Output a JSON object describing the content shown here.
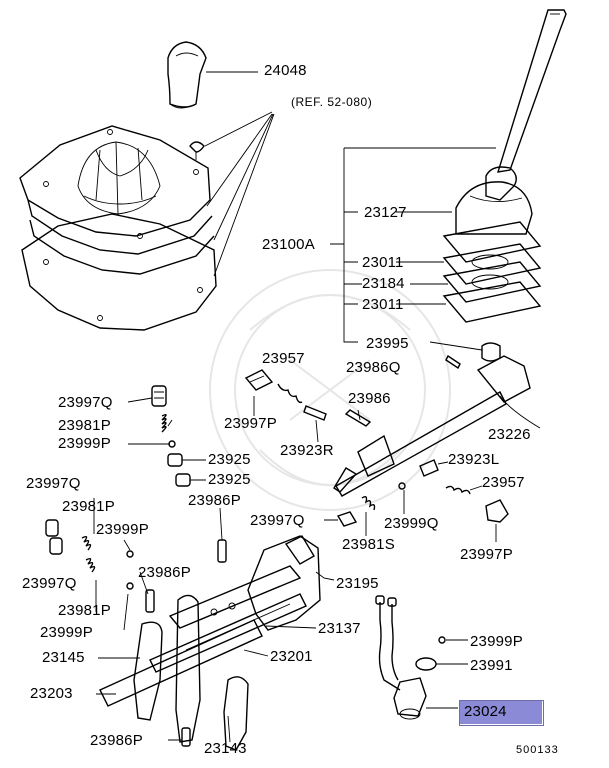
{
  "diagram": {
    "reference": "(REF. 52-080)",
    "diagram_id": "500133",
    "highlight_color": "#8a8ad6",
    "parts": {
      "p24048": "24048",
      "p23127": "23127",
      "p23100A": "23100A",
      "p23011a": "23011",
      "p23184": "23184",
      "p23011b": "23011",
      "p23995": "23995",
      "p23986Q": "23986Q",
      "p23957a": "23957",
      "p23997Qa": "23997Q",
      "p23981Pa": "23981P",
      "p23999Pa": "23999P",
      "p23997Pa": "23997P",
      "p23986": "23986",
      "p23923R": "23923R",
      "p23226": "23226",
      "p23925a": "23925",
      "p23925b": "23925",
      "p23923L": "23923L",
      "p23957b": "23957",
      "p23997Qb": "23997Q",
      "p23981Pb": "23981P",
      "p23986Pa": "23986P",
      "p23999Pb": "23999P",
      "p23997Qc": "23997Q",
      "p23981S": "23981S",
      "p23999Q": "23999Q",
      "p23997Pb": "23997P",
      "p23997Qd": "23997Q",
      "p23986Pb": "23986P",
      "p23981Pc": "23981P",
      "p23195": "23195",
      "p23999Pc": "23999P",
      "p23137": "23137",
      "p23145": "23145",
      "p23201": "23201",
      "p23999Pd": "23999P",
      "p23991": "23991",
      "p23203": "23203",
      "p23024": "23024",
      "p23986Pc": "23986P",
      "p23143": "23143"
    }
  }
}
